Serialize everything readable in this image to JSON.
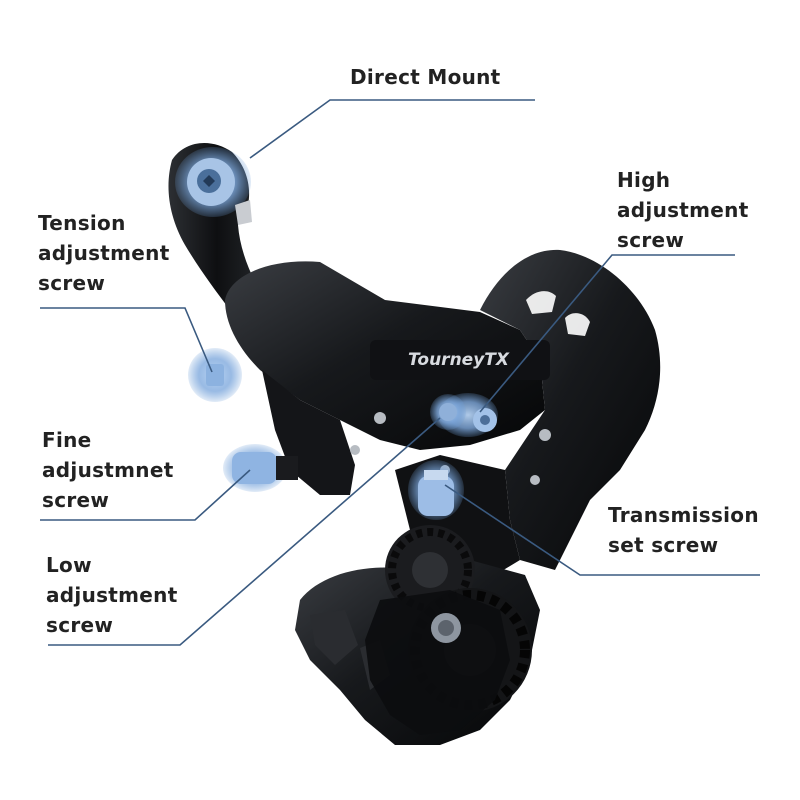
{
  "labels": {
    "direct_mount": [
      "Direct Mount"
    ],
    "tension": [
      "Tension",
      "adjustment",
      "screw"
    ],
    "high": [
      "High",
      "adjustment",
      "screw"
    ],
    "fine": [
      "Fine",
      "adjustmnet",
      "screw"
    ],
    "transmission": [
      "Transmission",
      "set screw"
    ],
    "low": [
      "Low",
      "adjustment",
      "screw"
    ]
  },
  "product_logo": "TourneyTX",
  "colors": {
    "leader_line": "#3a5a80",
    "highlight": "#6f9fd8",
    "body": "#15171a",
    "label_text": "#222222"
  }
}
